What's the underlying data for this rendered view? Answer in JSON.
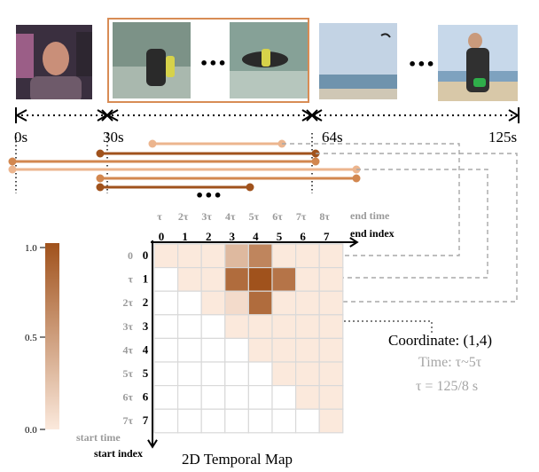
{
  "timeline": {
    "ticks": [
      "0s",
      "30s",
      "64s",
      "125s"
    ],
    "ellipsis": "•••"
  },
  "frames": [
    {
      "name": "man-in-shop",
      "colors": [
        "#3a2f3f",
        "#c98f79",
        "#6e5a6a"
      ]
    },
    {
      "name": "diver-1",
      "colors": [
        "#7c9287",
        "#4b5d55",
        "#a9b8ae"
      ]
    },
    {
      "name": "diver-2",
      "colors": [
        "#86a197",
        "#5b6f66",
        "#b6c6bd"
      ]
    },
    {
      "name": "beach-kite",
      "colors": [
        "#c3d3e4",
        "#6f93ad",
        "#cfc7b5"
      ]
    },
    {
      "name": "man-on-beach",
      "colors": [
        "#c7d8ea",
        "#303030",
        "#d8c8a8"
      ]
    }
  ],
  "map": {
    "title": "2D Temporal Map",
    "end_time_label": "end time",
    "end_index_label": "end index",
    "start_time_label": "start time",
    "start_index_label": "start index",
    "end_time_ticks": [
      "τ",
      "2τ",
      "3τ",
      "4τ",
      "5τ",
      "6τ",
      "7τ",
      "8τ"
    ],
    "start_time_ticks": [
      "0",
      "τ",
      "2τ",
      "3τ",
      "4τ",
      "5τ",
      "6τ",
      "7τ"
    ],
    "indices": [
      "0",
      "1",
      "2",
      "3",
      "4",
      "5",
      "6",
      "7"
    ],
    "cells": [
      [
        0.12,
        0.12,
        0.12,
        0.4,
        0.7,
        0.12,
        0.12,
        0.12
      ],
      [
        0.0,
        0.12,
        0.12,
        0.85,
        1.0,
        0.8,
        0.12,
        0.12
      ],
      [
        0.0,
        0.0,
        0.12,
        0.2,
        0.85,
        0.12,
        0.12,
        0.12
      ],
      [
        0.0,
        0.0,
        0.0,
        0.12,
        0.12,
        0.12,
        0.12,
        0.12
      ],
      [
        0.0,
        0.0,
        0.0,
        0.0,
        0.12,
        0.12,
        0.12,
        0.12
      ],
      [
        0.0,
        0.0,
        0.0,
        0.0,
        0.0,
        0.12,
        0.12,
        0.12
      ],
      [
        0.0,
        0.0,
        0.0,
        0.0,
        0.0,
        0.0,
        0.12,
        0.12
      ],
      [
        0.0,
        0.0,
        0.0,
        0.0,
        0.0,
        0.0,
        0.0,
        0.12
      ]
    ]
  },
  "colorbar": {
    "ticks": [
      "1.0",
      "0.5",
      "0.0"
    ],
    "max_color": "#a0521c",
    "min_color": "#fbe9dc"
  },
  "annotation": {
    "coordinate": "Coordinate: (1,4)",
    "time": "Time: τ~5τ",
    "tau": "τ = 125/8 s"
  },
  "colors": {
    "accent": "#d2874f",
    "dark": "#a0521c",
    "light": "#ecb58e",
    "dash": "#a8a8a8"
  }
}
